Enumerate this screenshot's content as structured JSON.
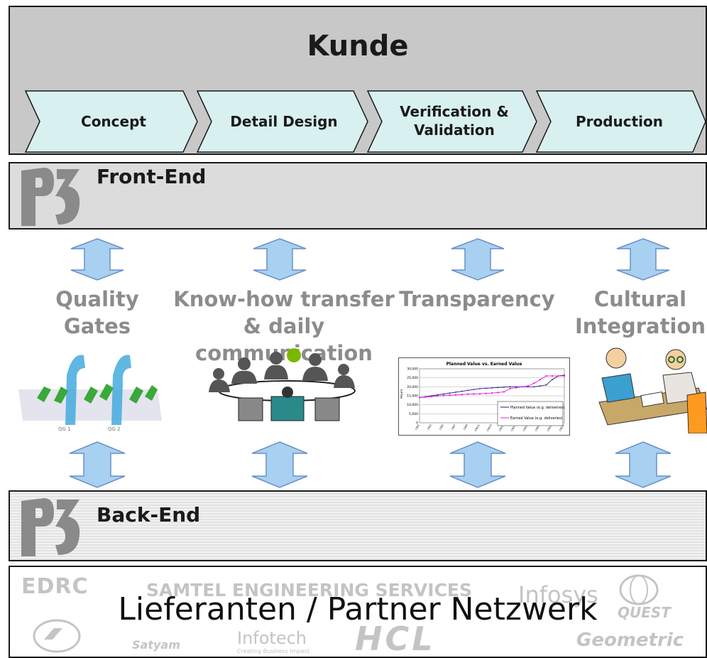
{
  "customer": {
    "title": "Kunde"
  },
  "phases": [
    "Concept",
    "Detail Design",
    "Verification & Validation",
    "Production"
  ],
  "frontend": {
    "label": "Front-End"
  },
  "backend": {
    "label": "Back-End"
  },
  "topics": [
    {
      "line1": "Quality",
      "line2": "Gates",
      "line3": ""
    },
    {
      "line1": "Know-how transfer",
      "line2": "& daily",
      "line3": "communication"
    },
    {
      "line1": "Transparency",
      "line2": "",
      "line3": ""
    },
    {
      "line1": "Cultural",
      "line2": "Integration",
      "line3": ""
    }
  ],
  "chart": {
    "title": "Planned Value vs. Earned Value",
    "ylabel": "Hours",
    "legend": [
      "Planned Value (e.g. deliveries)",
      "Earned Value (e.g. deliveries)"
    ]
  },
  "chart_data": {
    "type": "line",
    "title": "Planned Value vs. Earned Value",
    "ylabel": "Hours",
    "ylim": [
      0,
      30000
    ],
    "yticks": [
      "0",
      "5,000",
      "10,000",
      "15,000",
      "20,000",
      "25,000",
      "30,000"
    ],
    "categories": [
      "CW1",
      "CW2",
      "CW3",
      "CW4",
      "CW5",
      "CW6",
      "CW7",
      "CW8",
      "CW9",
      "CW10",
      "CW11",
      "CW12",
      "CW13",
      "CW14",
      "CW15",
      "CW16",
      "CW17",
      "CW18",
      "CW19",
      "CW20",
      "CW21",
      "CW22",
      "CW23",
      "CW24",
      "CW25"
    ],
    "series": [
      {
        "name": "Planned Value (e.g. deliveries)",
        "color": "#1f1f7a",
        "values": [
          14000,
          14500,
          15000,
          15500,
          16000,
          16500,
          17000,
          17500,
          18000,
          18500,
          19000,
          19200,
          19400,
          19600,
          19800,
          20000,
          20000,
          20000,
          20000,
          20000,
          20500,
          21000,
          24000,
          26000,
          26500
        ]
      },
      {
        "name": "Earned Value (e.g. deliveries)",
        "color": "#e020e0",
        "values": [
          14000,
          14300,
          14600,
          14900,
          15100,
          15300,
          15500,
          15700,
          15900,
          16000,
          16100,
          16300,
          16500,
          16800,
          17200,
          19000,
          19500,
          20000,
          20500,
          22000,
          24000,
          26000,
          26000,
          26000,
          26000
        ]
      }
    ]
  },
  "partners": {
    "title": "Lieferanten / Partner Netzwerk",
    "logos": [
      "EDRC",
      "SAMTEL ENGINEERING SERVICES",
      "Infosys",
      "QUEST",
      "Satyam",
      "Infotech",
      "Creating Business Impact",
      "HCL",
      "Geometric"
    ]
  },
  "colors": {
    "chevron_fill": "#d8f0f0",
    "arrow_fill": "#a8d0f0",
    "arrow_stroke": "#6890c8",
    "topic_text": "#8c8c8c"
  }
}
